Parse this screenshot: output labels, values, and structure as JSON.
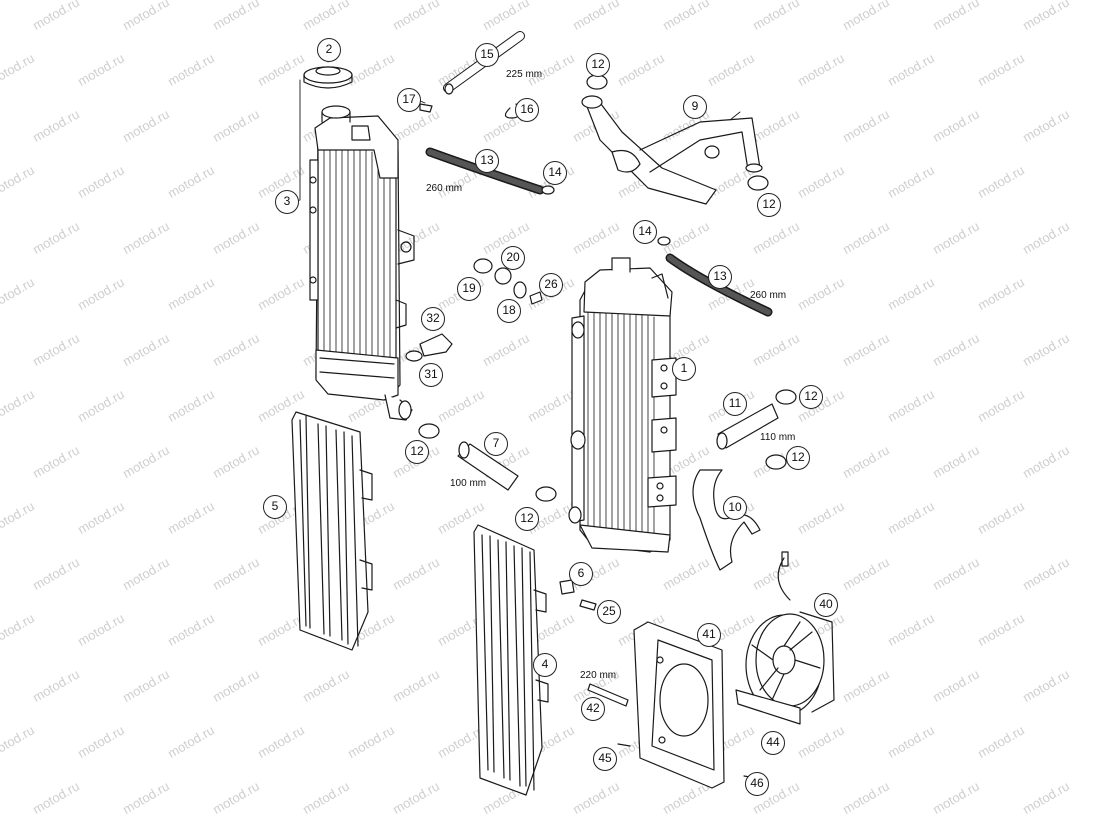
{
  "watermark": {
    "text": "motod.ru"
  },
  "callouts": [
    {
      "id": "c1",
      "num": "1"
    },
    {
      "id": "c2",
      "num": "2"
    },
    {
      "id": "c3",
      "num": "3"
    },
    {
      "id": "c4",
      "num": "4"
    },
    {
      "id": "c5",
      "num": "5"
    },
    {
      "id": "c6",
      "num": "6"
    },
    {
      "id": "c7",
      "num": "7"
    },
    {
      "id": "c9",
      "num": "9"
    },
    {
      "id": "c10",
      "num": "10"
    },
    {
      "id": "c11",
      "num": "11"
    },
    {
      "id": "c12a",
      "num": "12"
    },
    {
      "id": "c12b",
      "num": "12"
    },
    {
      "id": "c12c",
      "num": "12"
    },
    {
      "id": "c12d",
      "num": "12"
    },
    {
      "id": "c12e",
      "num": "12"
    },
    {
      "id": "c12f",
      "num": "12"
    },
    {
      "id": "c13a",
      "num": "13"
    },
    {
      "id": "c13b",
      "num": "13"
    },
    {
      "id": "c14a",
      "num": "14"
    },
    {
      "id": "c14b",
      "num": "14"
    },
    {
      "id": "c15",
      "num": "15"
    },
    {
      "id": "c16",
      "num": "16"
    },
    {
      "id": "c17",
      "num": "17"
    },
    {
      "id": "c18",
      "num": "18"
    },
    {
      "id": "c19",
      "num": "19"
    },
    {
      "id": "c20",
      "num": "20"
    },
    {
      "id": "c25",
      "num": "25"
    },
    {
      "id": "c26",
      "num": "26"
    },
    {
      "id": "c31",
      "num": "31"
    },
    {
      "id": "c32",
      "num": "32"
    },
    {
      "id": "c40",
      "num": "40"
    },
    {
      "id": "c41",
      "num": "41"
    },
    {
      "id": "c42",
      "num": "42"
    },
    {
      "id": "c44",
      "num": "44"
    },
    {
      "id": "c45",
      "num": "45"
    },
    {
      "id": "c46",
      "num": "46"
    }
  ],
  "dimensions": {
    "d225": "225 mm",
    "d260a": "260 mm",
    "d260b": "260 mm",
    "d110": "110 mm",
    "d100": "100 mm",
    "d220": "220 mm"
  }
}
